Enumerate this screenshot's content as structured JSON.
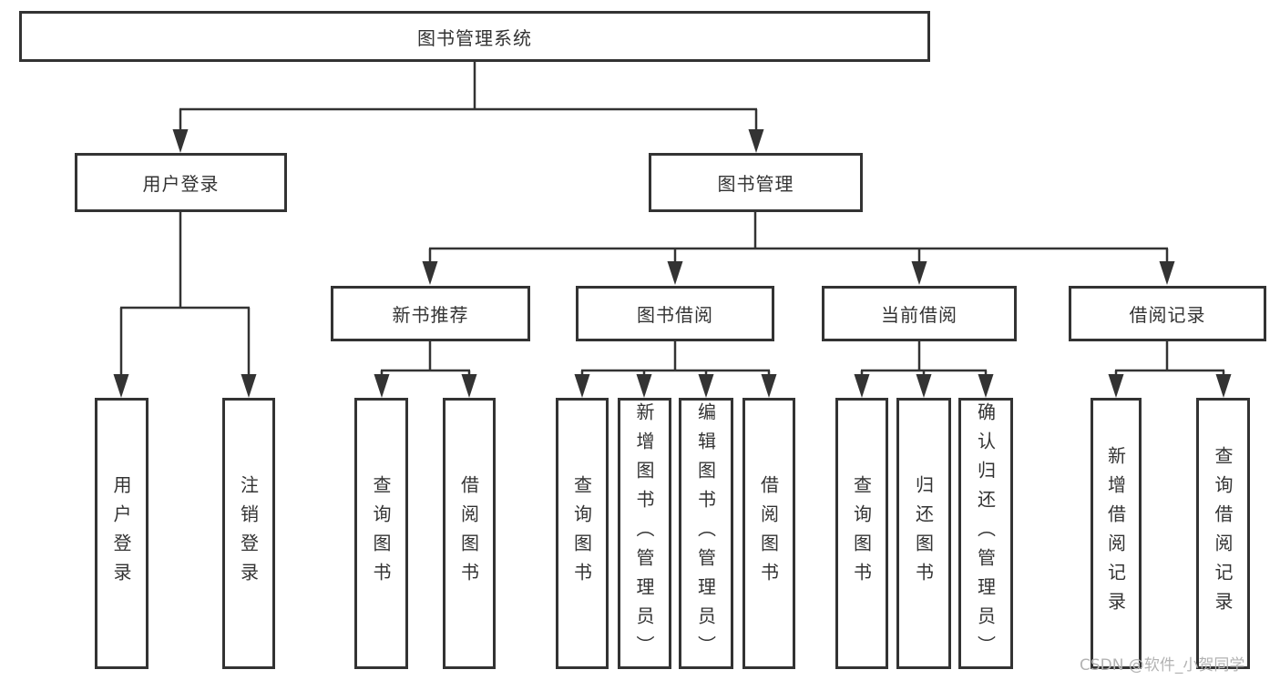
{
  "tree": {
    "label": "图书管理系统",
    "children": [
      {
        "label": "用户登录",
        "children": [
          {
            "label": "用户登录"
          },
          {
            "label": "注销登录"
          }
        ]
      },
      {
        "label": "图书管理",
        "children": [
          {
            "label": "新书推荐",
            "children": [
              {
                "label": "查询图书"
              },
              {
                "label": "借阅图书"
              }
            ]
          },
          {
            "label": "图书借阅",
            "children": [
              {
                "label": "查询图书"
              },
              {
                "label": "新增图书（管理员）"
              },
              {
                "label": "编辑图书（管理员）"
              },
              {
                "label": "借阅图书"
              }
            ]
          },
          {
            "label": "当前借阅",
            "children": [
              {
                "label": "查询图书"
              },
              {
                "label": "归还图书"
              },
              {
                "label": "确认归还（管理员）"
              }
            ]
          },
          {
            "label": "借阅记录",
            "children": [
              {
                "label": "新增借阅记录"
              },
              {
                "label": "查询借阅记录"
              }
            ]
          }
        ]
      }
    ]
  },
  "watermark": {
    "text": "CSDN @软件_小贺同学"
  },
  "colors": {
    "line": "#333333",
    "border": "#333333",
    "text": "#333333",
    "background": "#ffffff",
    "watermark": "#b3b3b3"
  }
}
